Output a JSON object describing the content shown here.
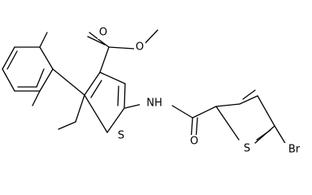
{
  "molecule": {
    "atoms": {
      "o_carbonyl_ester": "O",
      "o_ether_ester": "O",
      "n_amide": "NH",
      "s_thiophene_core": "S",
      "o_amide": "O",
      "s_thiophene_bromo": "S",
      "br": "Br"
    }
  },
  "colors": {
    "bond": "#000000",
    "label": "#000000",
    "background": "#ffffff"
  }
}
